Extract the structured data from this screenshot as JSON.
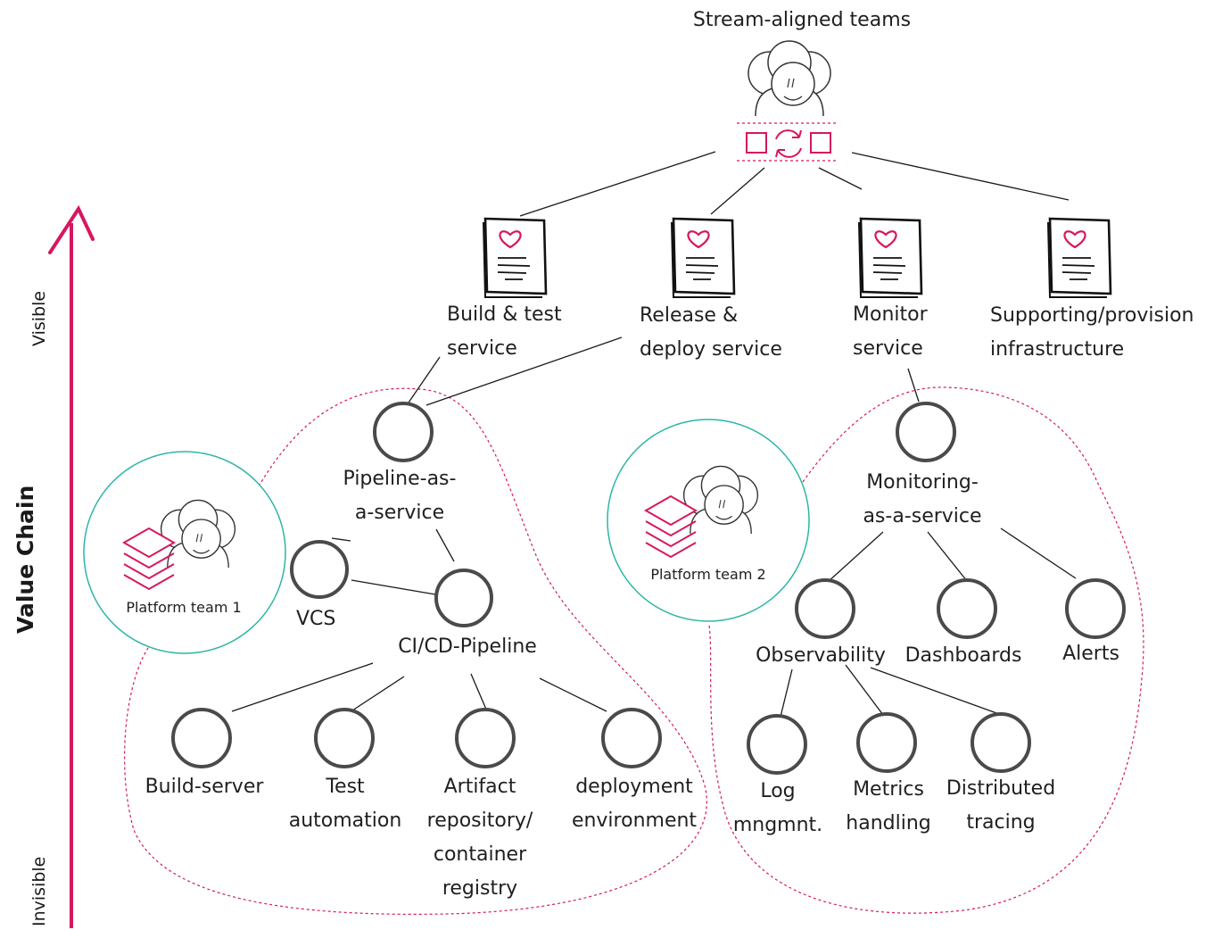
{
  "axis": {
    "title": "Value Chain",
    "top_label": "Visible",
    "bottom_label": "Invisible"
  },
  "root": {
    "label": "Stream-aligned teams"
  },
  "services": [
    {
      "line1": "Build & test",
      "line2": "service"
    },
    {
      "line1": "Release &",
      "line2": "deploy service"
    },
    {
      "line1": "Monitor",
      "line2": "service"
    },
    {
      "line1": "Supporting/provision",
      "line2": "infrastructure"
    }
  ],
  "platform_teams": [
    {
      "label": "Platform team 1"
    },
    {
      "label": "Platform team 2"
    }
  ],
  "pipeline_group": {
    "main": {
      "line1": "Pipeline-as-",
      "line2": "a-service"
    },
    "vcs": "VCS",
    "cicd": "CI/CD-Pipeline",
    "leaves": [
      {
        "line1": "Build-server"
      },
      {
        "line1": "Test",
        "line2": "automation"
      },
      {
        "line1": "Artifact",
        "line2": "repository/",
        "line3": "container",
        "line4": "registry"
      },
      {
        "line1": "deployment",
        "line2": "environment"
      }
    ]
  },
  "monitoring_group": {
    "main": {
      "line1": "Monitoring-",
      "line2": "as-a-service"
    },
    "children": [
      "Observability",
      "Dashboards",
      "Alerts"
    ],
    "leaves": [
      {
        "line1": "Log",
        "line2": "mngmnt."
      },
      {
        "line1": "Metrics",
        "line2": "handling"
      },
      {
        "line1": "Distributed",
        "line2": "tracing"
      }
    ]
  },
  "colors": {
    "accent": "#d6175f",
    "team_circle": "#2bb5a7",
    "node_stroke": "#4a4a4a",
    "line": "#1a1a1a"
  }
}
